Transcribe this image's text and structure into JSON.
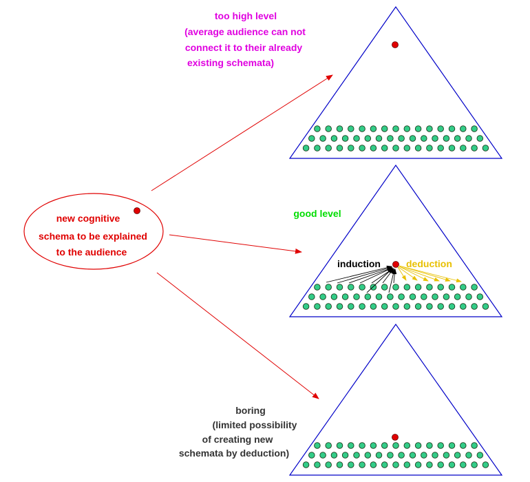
{
  "source": {
    "lines": [
      "new cognitive",
      "schema to be explained",
      "to the audience"
    ]
  },
  "panels": {
    "top": {
      "lines": [
        "too high level",
        "(average audience can not",
        "connect it to their already",
        "existing schemata)"
      ]
    },
    "middle": {
      "label": "good level",
      "induction": "induction",
      "deduction": "deduction"
    },
    "bottom": {
      "lines": [
        "boring",
        "(limited possibility",
        "of creating new",
        "schemata by deduction)"
      ]
    }
  },
  "colors": {
    "source": "#e00000",
    "arrow": "#e00000",
    "triangle": "#0000c8",
    "too_high": "#e000e0",
    "good": "#00dd00",
    "induction": "#000000",
    "deduction": "#e8c000",
    "boring": "#333333",
    "node_fill": "#33cc88",
    "node_stroke": "#1a3a1a",
    "red_dot": "#e00000"
  }
}
